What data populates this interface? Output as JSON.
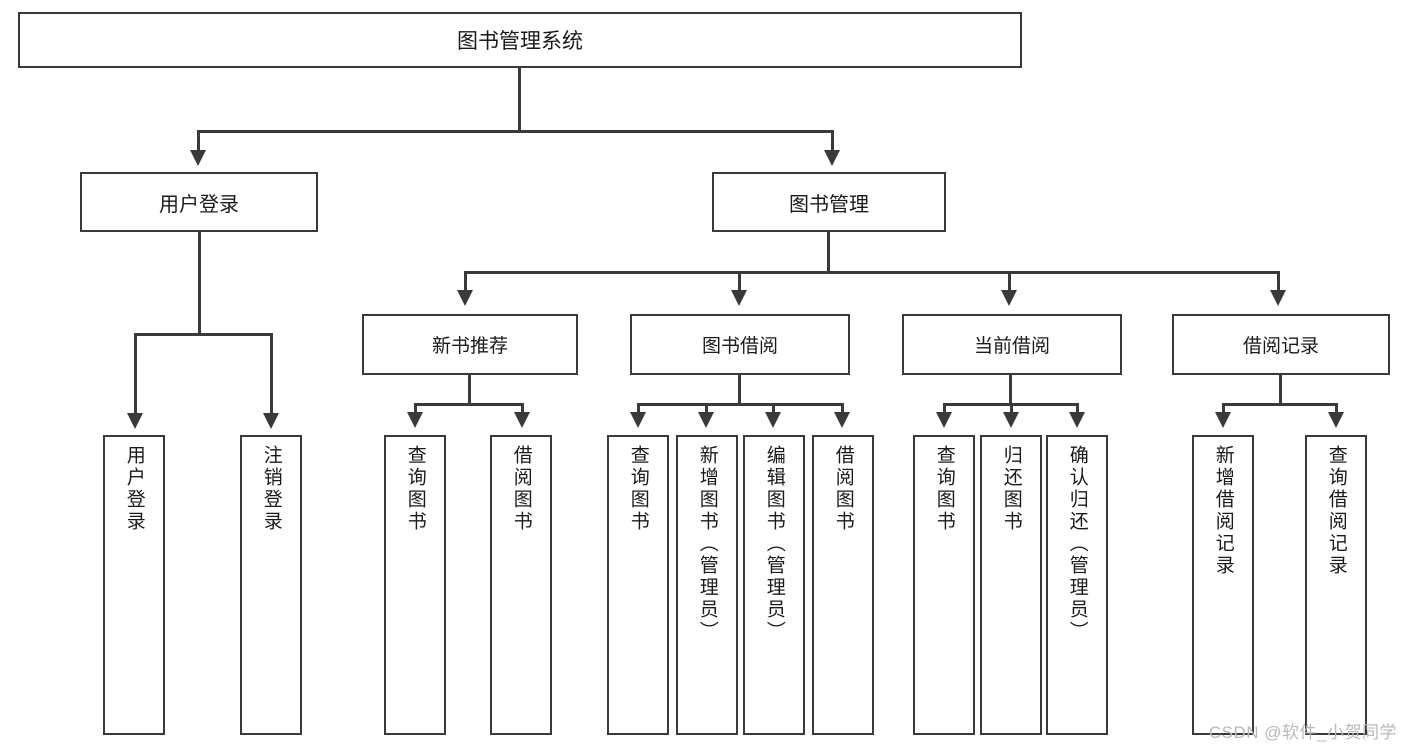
{
  "diagram": {
    "title_box": {
      "label": "图书管理系统"
    },
    "level1": [
      {
        "key": "user_login",
        "label": "用户登录"
      },
      {
        "key": "book_manage",
        "label": "图书管理"
      }
    ],
    "level2": [
      {
        "key": "new_book_rec",
        "label": "新书推荐"
      },
      {
        "key": "book_borrow",
        "label": "图书借阅"
      },
      {
        "key": "current_borrow",
        "label": "当前借阅"
      },
      {
        "key": "borrow_record",
        "label": "借阅记录"
      }
    ],
    "leaves": {
      "user_login": [
        {
          "label": "用户登录"
        },
        {
          "label": "注销登录"
        }
      ],
      "new_book_rec": [
        {
          "label": "查询图书"
        },
        {
          "label": "借阅图书"
        }
      ],
      "book_borrow": [
        {
          "label": "查询图书"
        },
        {
          "label": "新增图书（管理员）"
        },
        {
          "label": "编辑图书（管理员）"
        },
        {
          "label": "借阅图书"
        }
      ],
      "current_borrow": [
        {
          "label": "查询图书"
        },
        {
          "label": "归还图书"
        },
        {
          "label": "确认归还（管理员）"
        }
      ],
      "borrow_record": [
        {
          "label": "新增借阅记录"
        },
        {
          "label": "查询借阅记录"
        }
      ]
    }
  },
  "watermark": {
    "text": "CSDN @软件_小贺同学"
  },
  "colors": {
    "stroke": "#3a3a3a",
    "background": "#ffffff",
    "text": "#1a1a1a",
    "watermark": "#b9b9b9"
  }
}
